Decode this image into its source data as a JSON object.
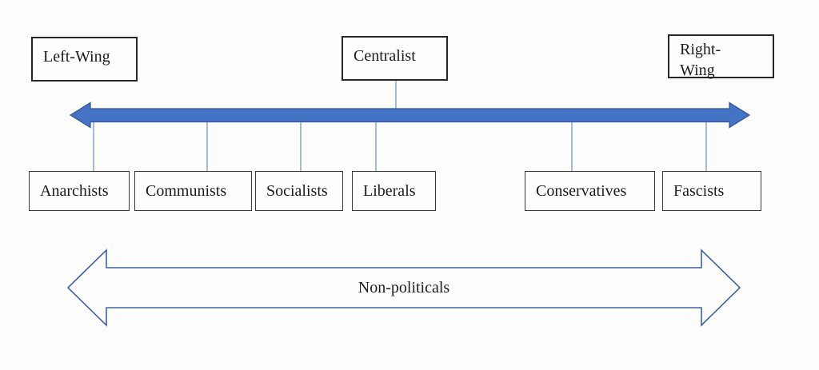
{
  "diagram": {
    "type": "political-spectrum",
    "top_labels": [
      {
        "label": "Left-Wing"
      },
      {
        "label": "Centralist"
      },
      {
        "label": "Right-Wing"
      }
    ],
    "groups": [
      {
        "label": "Anarchists"
      },
      {
        "label": "Communists"
      },
      {
        "label": "Socialists"
      },
      {
        "label": "Liberals"
      },
      {
        "label": "Conservatives"
      },
      {
        "label": "Fascists"
      }
    ],
    "bottom_arrow": {
      "label": "Non-politicals"
    },
    "colors": {
      "axis_arrow_fill": "#4472C4",
      "axis_arrow_stroke": "#2F5597",
      "connector_line": "#7D9FD0",
      "hollow_arrow_stroke": "#3E62A8",
      "hollow_arrow_fill": "#FDFDFB",
      "box_border": "#262626",
      "text": "#1C1C1C",
      "background": "#FDFDFB"
    }
  }
}
